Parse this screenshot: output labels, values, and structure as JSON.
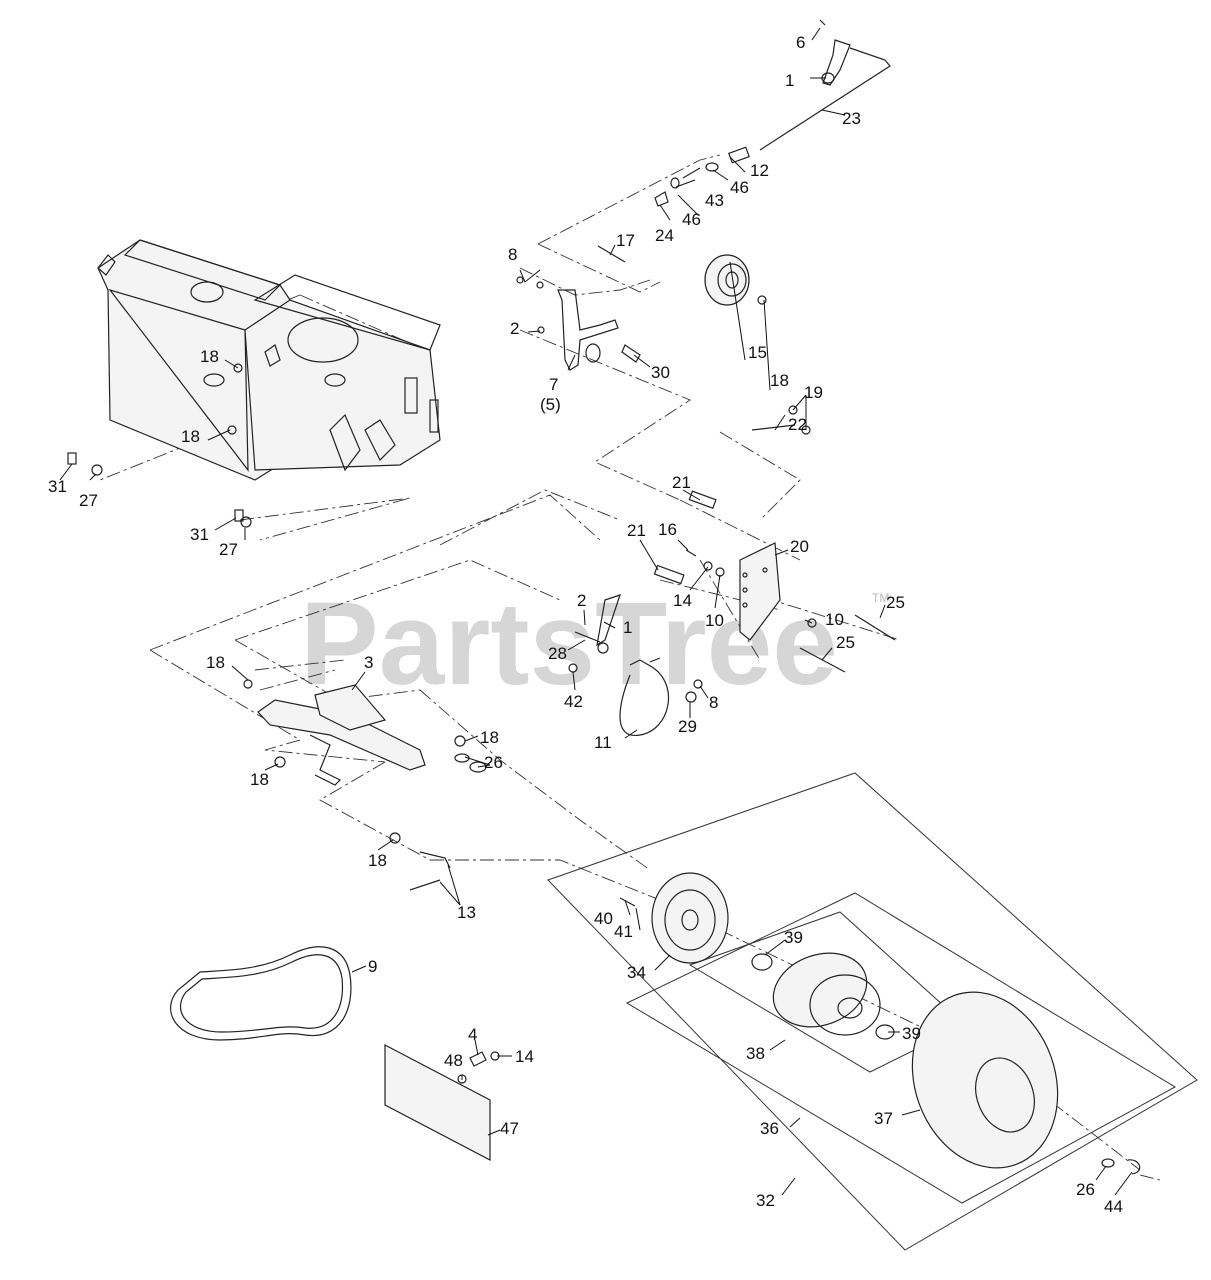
{
  "watermark": {
    "text": "PartsTree",
    "trademark": "TM"
  },
  "callouts": {
    "c6": "6",
    "c1a": "1",
    "c23": "23",
    "c12": "12",
    "c46a": "46",
    "c43": "43",
    "c46b": "46",
    "c24": "24",
    "c17": "17",
    "c8a": "8",
    "c2a": "2",
    "c7": "7",
    "c5": "(5)",
    "c30": "30",
    "c15": "15",
    "c18a": "18",
    "c19": "19",
    "c22": "22",
    "c18b": "18",
    "c18c": "18",
    "c31a": "31",
    "c27a": "27",
    "c31b": "31",
    "c27b": "27",
    "c21a": "21",
    "c21b": "21",
    "c16": "16",
    "c20": "20",
    "c14a": "14",
    "c10a": "10",
    "c10b": "10",
    "c25a": "25",
    "c25b": "25",
    "c2b": "2",
    "c1b": "1",
    "c28": "28",
    "c42": "42",
    "c8b": "8",
    "c29": "29",
    "c11": "11",
    "c3": "3",
    "c18d": "18",
    "c18e": "18",
    "c18f": "18",
    "c26a": "26",
    "c18g": "18",
    "c13": "13",
    "c40": "40",
    "c41": "41",
    "c39a": "39",
    "c34": "34",
    "c39b": "39",
    "c38": "38",
    "c9": "9",
    "c4": "4",
    "c48": "48",
    "c14b": "14",
    "c47": "47",
    "c37": "37",
    "c36": "36",
    "c32": "32",
    "c26b": "26",
    "c44": "44"
  }
}
